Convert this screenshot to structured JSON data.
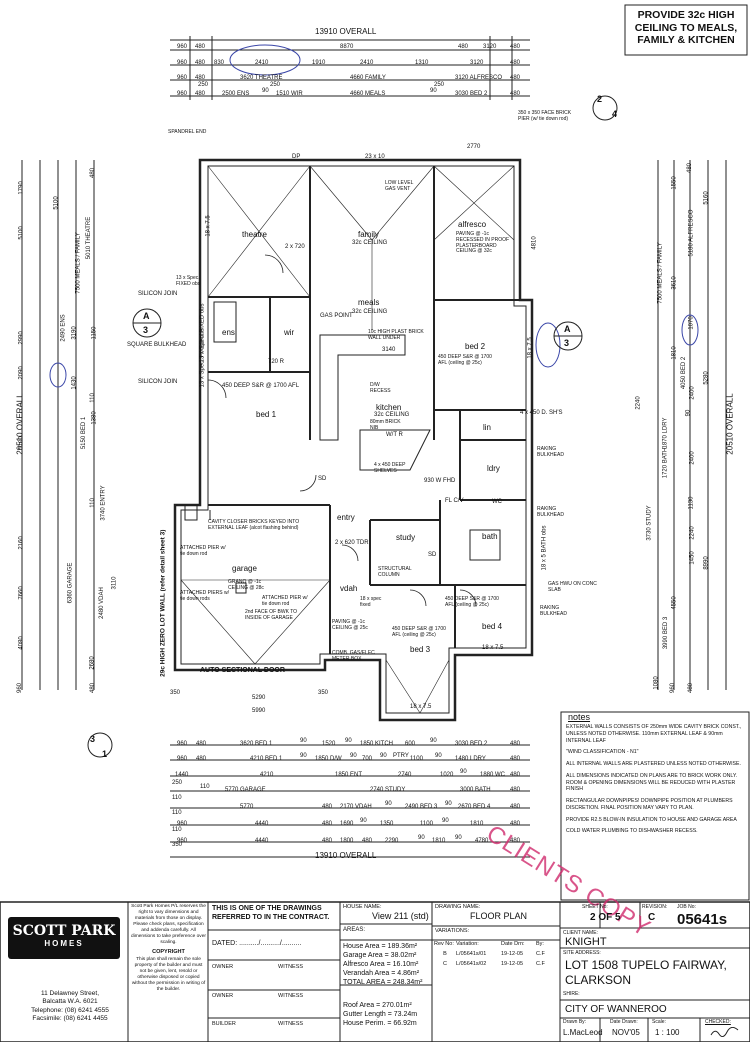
{
  "banner": {
    "text": "PROVIDE 32c HIGH CEILING TO MEALS, FAMILY & KITCHEN"
  },
  "dims_top": {
    "overall": "13910 OVERALL",
    "row1": [
      "960",
      "480",
      "8870",
      "480",
      "3120",
      "480"
    ],
    "row2": [
      "960",
      "480",
      "830",
      "2410",
      "1910",
      "2410",
      "1310",
      "3120",
      "480"
    ],
    "row3": [
      "960",
      "480",
      "3620 THEATRE",
      "4660 FAMILY",
      "3120 ALFRESCO",
      "480"
    ],
    "row4": [
      "960",
      "480",
      "2500 ENS",
      "90",
      "1510 WIR",
      "4660 MEALS",
      "90",
      "3030 BED 2",
      "480"
    ],
    "extra": [
      "250",
      "250",
      "250"
    ]
  },
  "dims_bottom": {
    "overall": "13910 OVERALL",
    "row1": [
      "960",
      "480",
      "3620 BED 1",
      "90",
      "1520",
      "90",
      "1850 KITCH",
      "600",
      "90",
      "3030 BED 2",
      "480"
    ],
    "row2": [
      "960",
      "480",
      "4210 BED 1",
      "90",
      "1850 D/W",
      "90",
      "700",
      "90",
      "PTRY",
      "1100",
      "90",
      "1480 LDRY",
      "480"
    ],
    "row3": [
      "1440",
      "4210",
      "1850 ENT",
      "2740",
      "1020",
      "90",
      "1880 WC",
      "480"
    ],
    "row4": [
      "5770 GARAGE",
      "2740 STUDY",
      "3000 BATH",
      "480"
    ],
    "row5": [
      "5770",
      "480",
      "2170 VDAH",
      "90",
      "2490 BED 3",
      "90",
      "2670 BED 4",
      "480"
    ],
    "row6": [
      "960",
      "4440",
      "480",
      "1690",
      "90",
      "1350",
      "1100",
      "90",
      "1810",
      "480"
    ],
    "row7": [
      "960",
      "4440",
      "480",
      "1800",
      "480",
      "2290",
      "90",
      "1810",
      "90",
      "4780",
      "480"
    ],
    "sub": [
      "250",
      "110",
      "110",
      "110",
      "350",
      "110",
      "5290",
      "5990"
    ]
  },
  "dims_left": {
    "overall": "20510 OVERALL",
    "outer": [
      "5100",
      "1790",
      "7500 MEALS / FAMILY",
      "2990",
      "2090",
      "5100",
      "2160",
      "7660",
      "4080",
      "960"
    ],
    "mid": [
      "5100",
      "5010 THEATRE",
      "2490 ENS",
      "3190",
      "1430",
      "5150 BED 1",
      "3740 ENTRY",
      "6360 GARAGE",
      "2480 VDAH",
      "2680"
    ],
    "inner": [
      "480",
      "1150",
      "110",
      "1380",
      "110",
      "3110",
      "480"
    ]
  },
  "dims_right": {
    "overall": "20510 OVERALL",
    "outer": [
      "1550",
      "5180 ALFRESCO",
      "3610",
      "7500 MEALS / FAMILY",
      "1810",
      "5280",
      "2240",
      "3730 STUDY",
      "8990",
      "4550",
      "960"
    ],
    "mid": [
      "5160",
      "4050 BED 2",
      "2400",
      "1720 BATH",
      "1870 LDRY",
      "2400",
      "3990 BED 3",
      "1080"
    ],
    "inner": [
      "480",
      "1070",
      "90",
      "1130",
      "2240",
      "1450",
      "480"
    ]
  },
  "rooms": {
    "theatre": "theatre",
    "family": "family",
    "family_sub": "32c CEILING",
    "alfresco": "alfresco",
    "alfresco_sub": "PAVING @ -1c RECESSED IN PROOF PLASTERBOARD CEILING @ 32c",
    "meals": "meals",
    "meals_sub": "32c CEILING",
    "kitchen": "kitchen",
    "kitchen_sub": "32c CEILING",
    "ens": "ens",
    "wir": "wir",
    "bed1": "bed 1",
    "bed1_sub": "450 DEEP S&R @ 1700 AFL",
    "bed2": "bed 2",
    "bed2_sub": "450 DEEP S&R @ 1700 AFL (ceiling @ 25c)",
    "entry": "entry",
    "study": "study",
    "lin": "lin",
    "ldry": "ldry",
    "wc": "WC",
    "bath": "bath",
    "garage": "garage",
    "garage_sub": "GRANO @ -1c CEILING @ 28c",
    "vdah": "vdah",
    "vdah_sub": "PAVING @ -1c CEILING @ 25c",
    "bed3": "bed 3",
    "bed3_sub": "450 DEEP S&R @ 1700 AFL (ceiling @ 25c)",
    "bed4": "bed 4",
    "bed4_sub": "450 DEEP S&R @ 1700 AFL (ceiling @ 25c)"
  },
  "labels": {
    "spandrel": "SPANDREL END",
    "dp": "DP",
    "dim23x10": "23 x 10",
    "dim2770": "2770",
    "facebrick": "350 x 350 FACE BRICK PIER (w/ tie down rod)",
    "lowlevel": "LOW LEVEL GAS VENT",
    "dim4810": "4810",
    "gaspoint": "GAS POINT",
    "silicon1": "SILICON JOIN",
    "silicon2": "SILICON JOIN",
    "squarebh": "SQUARE BULKHEAD",
    "spec1": "13 x Spec. FIXED obs",
    "spec2": "13 x Spec. FIXED obs",
    "spec3": "13 x Spec. FIXED obs",
    "plast": "10c HIGH PLAST BRICK WALL UNDER",
    "dim3140": "3140",
    "dw": "D/W RECESS",
    "brick": "80mm BRICK NIB",
    "dim720r": "720 R",
    "shelves": "4 x 450 DEEP SHELVES",
    "fhd": "930 W FHD",
    "dsh": "4 x 450 D. SH'S",
    "raking1": "RAKING BULKHEAD",
    "raking2": "RAKING BULKHEAD",
    "raking3": "RAKING BULKHEAD",
    "dim_bath": "18 x 5 BATH obs",
    "cavity": "CAVITY CLOSER BRICKS KEYED INTO EXTERNAL LEAF (alcot flashing behind)",
    "pier1": "ATTACHED PIER w/ tie down rod",
    "pier2": "ATTACHED PIERS w/ tie down rods",
    "pier3": "ATTACHED PIER w/ tie down rod",
    "face_brick": "2nd FACE OF BWK TO INSIDE OF GARAGE",
    "zero": "29c HIGH ZERO LOT WALL (refer detail sheet 3)",
    "autodoor": "AUTO SECTIONAL DOOR",
    "structcol": "STRUCTURAL COLUMN",
    "comb": "COMB. GAS/ELEC METER BOX",
    "gashwu": "GAS HWU ON CONC SLAB",
    "dim18x75a": "18 x 7.5",
    "dim18x75b": "18 x 7.5",
    "dim18x75c": "18 x 7.5",
    "dim18x75d": "18 x 7.5",
    "dim2x720": "2 x 720",
    "dim2x620": "2 x 620 TDR",
    "fixed": "18 x spec fixed",
    "dim5290": "5290",
    "dim5990": "5990",
    "dim350": "350",
    "dim350b": "350",
    "sd": "SD",
    "sd2": "SD",
    "flcv": "FL C/V",
    "wtr": "W/T R"
  },
  "section_markers": {
    "left": "A",
    "left_num": "3",
    "right": "A",
    "right_num": "3",
    "top": "2",
    "top_num": "4",
    "bottom": "3",
    "bottom_num": "1"
  },
  "notes": {
    "title": "notes",
    "items": [
      "EXTERNAL WALLS CONSISTS OF 250mm WIDE CAVITY BRICK CONST., UNLESS NOTED OTHERWISE. 110mm EXTERNAL LEAF & 90mm INTERNAL LEAF",
      "\"WIND CLASSIFICATION - N1\"",
      "ALL INTERNAL WALLS ARE PLASTERED UNLESS NOTED OTHERWISE.",
      "ALL DIMENSIONS INDICATED ON PLANS ARE TO BRICK WORK ONLY. ROOM & OPENING DIMENSIONS WILL BE REDUCED WITH PLASTER FINISH",
      "RECTANGULAR DOWNPIPES! DOWNPIPE POSITION AT PLUMBERS DISCRETION. FINAL POSITION MAY VARY TO PLAN.",
      "PROVIDE R2.5 BLOW-IN INSULATION TO HOUSE AND GARAGE AREA",
      "COLD WATER PLUMBING TO DISHWASHER RECESS."
    ]
  },
  "stamp": "CLIENTS COPY",
  "title_block": {
    "logo": {
      "line1": "SCOTT PARK",
      "line2": "HOMES"
    },
    "address": [
      "11 Delawney Street,",
      "Balcatta  W.A.   6021",
      "Telephone: (08) 6241 4555",
      "Facsimile:  (08) 6241 4455"
    ],
    "copyright_text": "Scott Park Homes P/L reserves the right to vary dimensions and materials from those on display. Please check plans, specification and addenda carefully. All dimensions to take preference over scaling.",
    "copyright_title": "COPYRIGHT",
    "copyright_body": "This plan shall remain the sole property of the builder and must not be given, lent, resold or otherwise disposed or copied without the permission in writing of the builder.",
    "one_of": "THIS IS ONE OF THE DRAWINGS REFERRED TO IN THE CONTRACT.",
    "dated": "DATED: ........../........../..........",
    "owner1": "OWNER",
    "witness1": "WITNESS",
    "owner2": "OWNER",
    "witness2": "WITNESS",
    "builder": "BUILDER",
    "witness3": "WITNESS",
    "house_name_label": "HOUSE NAME:",
    "house_name": "View 211 (std)",
    "areas_label": "AREAS:",
    "areas": [
      "House Area = 189.36m²",
      "Garage Area = 38.02m²",
      "Alfresco Area = 16.10m²",
      "Verandah Area = 4.86m²"
    ],
    "total_area": "TOTAL AREA = 248.34m²",
    "roof": [
      "Roof Area = 270.01m²",
      "Gutter Length = 73.24m",
      "House Perim. = 66.92m"
    ],
    "drawing_name_label": "DRAWING NAME:",
    "drawing_name": "FLOOR PLAN",
    "variations_label": "VARIATIONS:",
    "var_headers": [
      "Rev No:",
      "Variation:",
      "Date Drn:",
      "By:"
    ],
    "var_rows": [
      [
        "B",
        "L/05641s/01",
        "19-12-05",
        "C.F"
      ],
      [
        "C",
        "L/05641s/02",
        "19-12-05",
        "C.F"
      ]
    ],
    "sheet_label": "SHEET No:",
    "sheet": "2 OF 5",
    "revision_label": "REVISION:",
    "revision": "C",
    "job_label": "JOB No:",
    "job": "05641s",
    "client_label": "CLIENT NAME:",
    "client": "KNIGHT",
    "site_label": "SITE ADDRESS:",
    "site1": "LOT 1508 TUPELO FAIRWAY,",
    "site2": "CLARKSON",
    "shire_label": "SHIRE:",
    "shire": "CITY OF WANNEROO",
    "drawn_label": "Drawn By:",
    "drawn": "L.MacLeod",
    "date_label": "Date Drawn:",
    "date": "NOV'05",
    "scale_label": "Scale:",
    "scale": "1 : 100",
    "checked_label": "CHECKED:"
  }
}
